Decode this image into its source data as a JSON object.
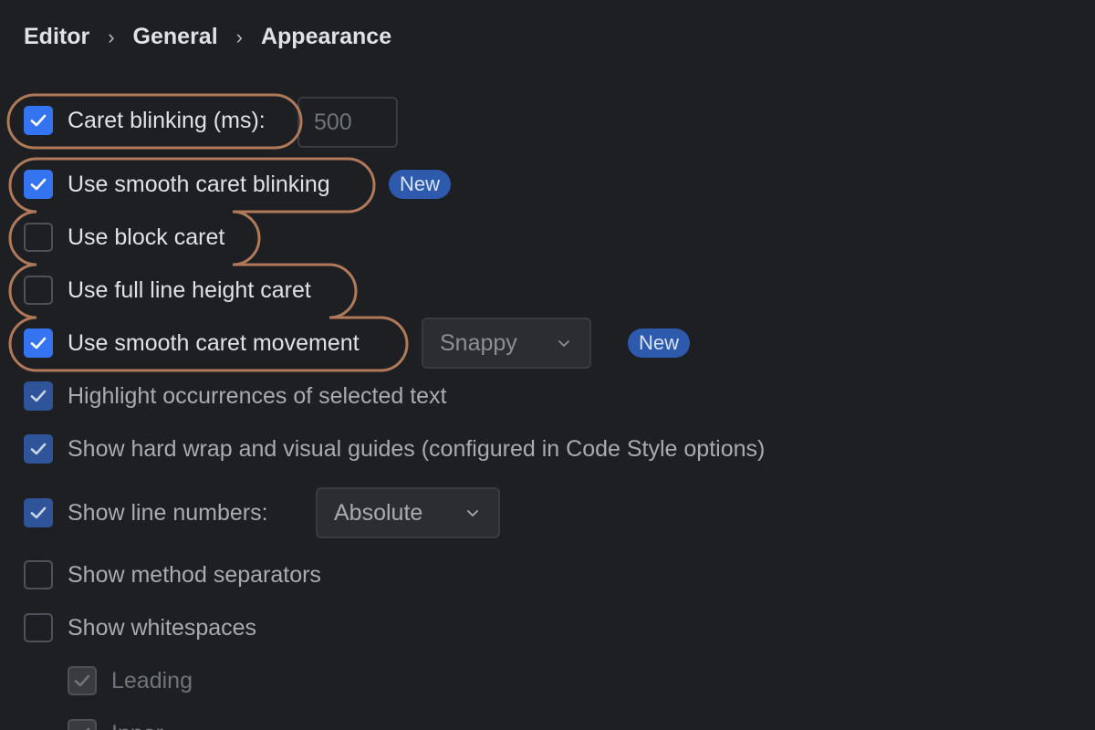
{
  "breadcrumb": {
    "items": [
      "Editor",
      "General",
      "Appearance"
    ],
    "separator": "›"
  },
  "settings": {
    "caret_blinking": {
      "label": "Caret blinking (ms):",
      "checked": true,
      "value": "500"
    },
    "smooth_caret_blinking": {
      "label": "Use smooth caret blinking",
      "checked": true,
      "badge": "New"
    },
    "block_caret": {
      "label": "Use block caret",
      "checked": false
    },
    "full_line_height_caret": {
      "label": "Use full line height caret",
      "checked": false
    },
    "smooth_caret_movement": {
      "label": "Use smooth caret movement",
      "checked": true,
      "option": "Snappy",
      "badge": "New"
    },
    "highlight_occurrences": {
      "label": "Highlight occurrences of selected text",
      "checked": true
    },
    "hard_wrap_guides": {
      "label": "Show hard wrap and visual guides (configured in Code Style options)",
      "checked": true
    },
    "line_numbers": {
      "label": "Show line numbers:",
      "checked": true,
      "option": "Absolute"
    },
    "method_separators": {
      "label": "Show method separators",
      "checked": false
    },
    "whitespaces": {
      "label": "Show whitespaces",
      "checked": false
    },
    "whitespace_leading": {
      "label": "Leading",
      "checked": true
    },
    "whitespace_inner": {
      "label": "Inner",
      "checked": true
    }
  },
  "icons": {
    "check": "check-icon",
    "dropdown": "chevron-down-icon",
    "separator": "chevron-right-icon"
  },
  "colors": {
    "background": "#1e1f22",
    "accent": "#3574f0",
    "badge": "#2e5aad",
    "highlight_outline": "#b07a5a"
  }
}
